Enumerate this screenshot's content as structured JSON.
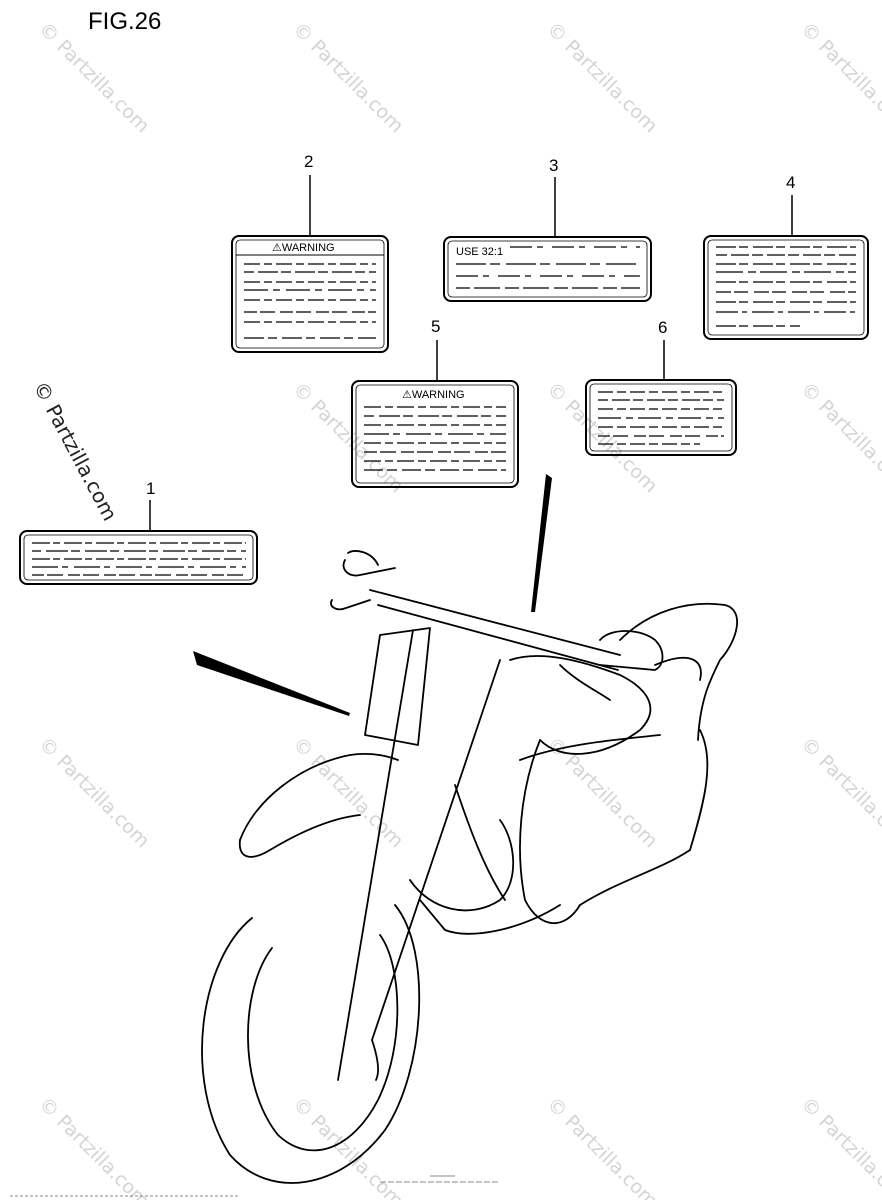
{
  "figure": {
    "title": "FIG.26"
  },
  "watermark": {
    "text": "© Partzilla.com",
    "color": "#d4d4d4",
    "main_color": "#222222"
  },
  "labels": [
    {
      "callout": "1",
      "header": ""
    },
    {
      "callout": "2",
      "header": "⚠WARNING"
    },
    {
      "callout": "3",
      "header": "USE 32:1"
    },
    {
      "callout": "4",
      "header": ""
    },
    {
      "callout": "5",
      "header": "⚠WARNING"
    },
    {
      "callout": "6",
      "header": ""
    }
  ],
  "illustration": {
    "subject": "motorcycle-outline"
  }
}
